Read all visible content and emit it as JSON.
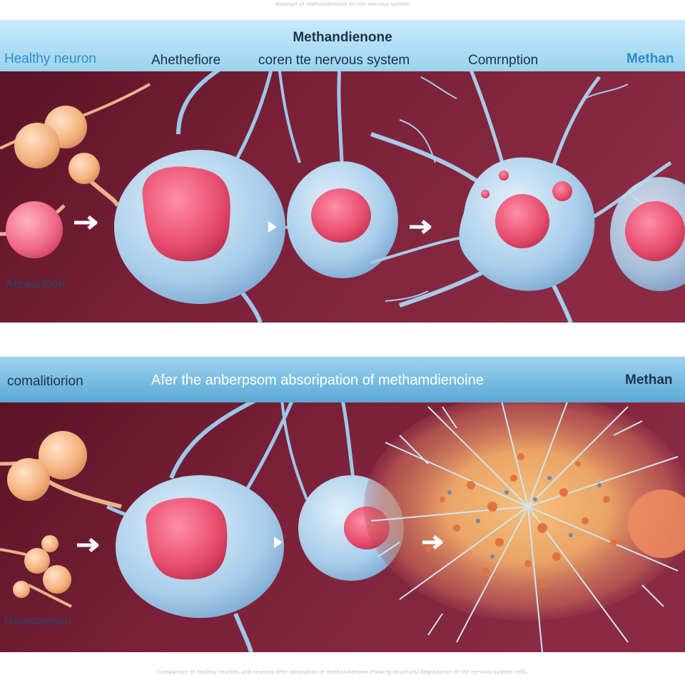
{
  "header_fine_print": "Abstract of methandienone on the nervous system",
  "footer_fine_print": "Comparison of healthy neurons and neurons after absorption of methandienone showing structural degradation of the nervous system cells.",
  "colors": {
    "banner_top": "#bfe6f7",
    "banner_bottom": "#5fb2dc",
    "background_dark": "#4d0f1f",
    "background_light": "#8c2c45",
    "cell_membrane": "#b8d9f2",
    "nucleus": "#ec5a7a",
    "soma_peach": "#f4b686",
    "arrow": "#ffffff",
    "label_text": "#2e4366"
  },
  "panels": [
    {
      "banner": {
        "title": "Methandienone",
        "items": [
          "Healthy neuron",
          "Ahethefiore",
          "coren tte nervous system",
          "Comrnption",
          "Methan"
        ]
      },
      "side_label": "Ateaurthon",
      "arrow_icons": [
        "arrow-right-icon",
        "arrow-right-icon",
        "arrow-right-icon"
      ]
    },
    {
      "banner": {
        "items": [
          "comalitiorion",
          "Afer the anberpsom absoripation of methamdienoine",
          "Methan"
        ]
      },
      "side_label": "Neuronenon",
      "arrow_icons": [
        "arrow-right-icon",
        "arrow-right-icon",
        "arrow-right-icon"
      ]
    }
  ]
}
